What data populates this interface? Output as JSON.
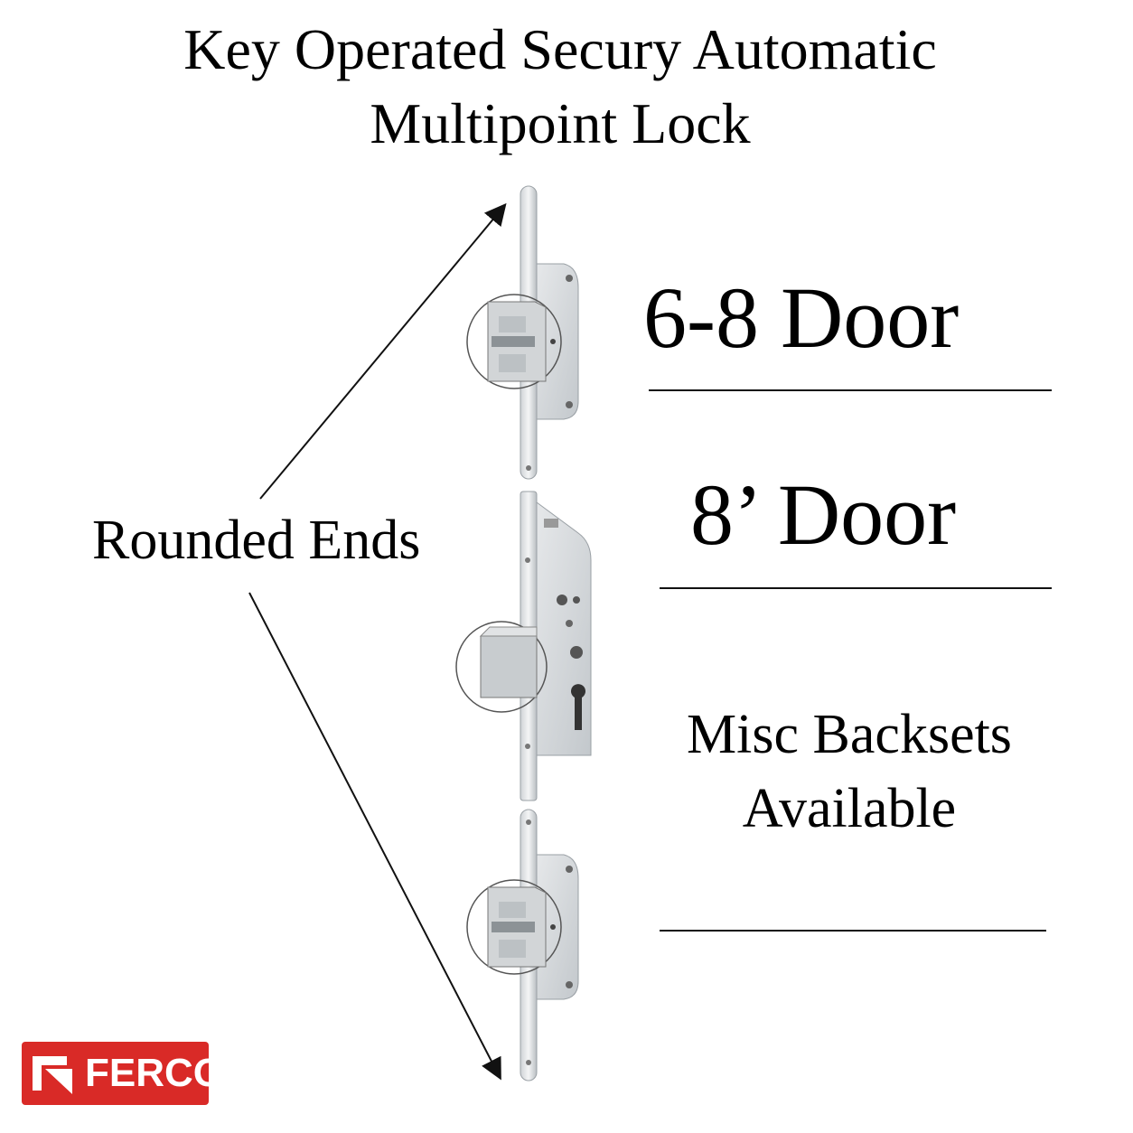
{
  "heading": {
    "line1": "Key Operated Secury Automatic",
    "line2": "Multipoint Lock"
  },
  "sizes": {
    "door_68": "6-8 Door",
    "door_8": "8’ Door"
  },
  "backsets": {
    "line1": "Misc Backsets",
    "line2": "Available"
  },
  "callout": {
    "label": "Rounded Ends"
  },
  "brand": {
    "name": "FERCO",
    "color": "#d92a27"
  },
  "icons": [
    "arrow-up-icon",
    "arrow-down-icon",
    "ferco-logo-mark-icon",
    "multipoint-lock-image"
  ]
}
